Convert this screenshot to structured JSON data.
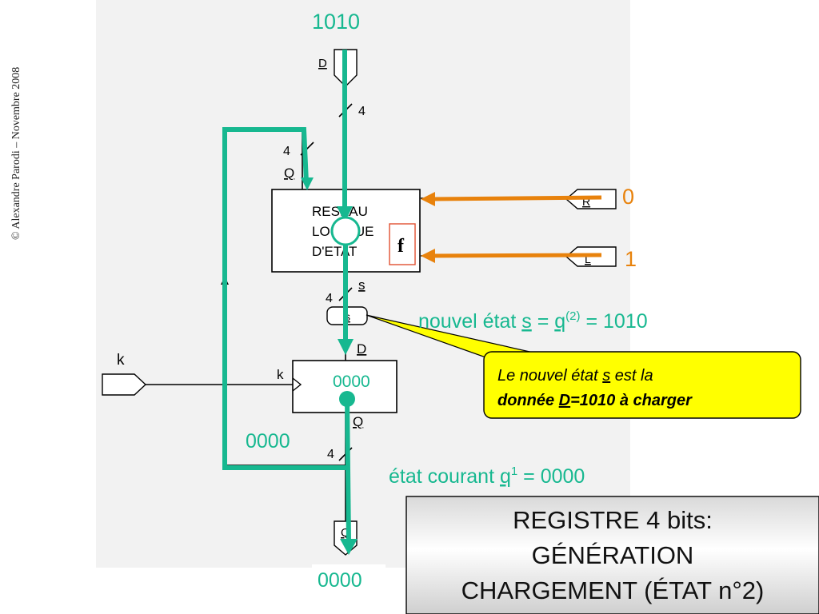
{
  "copyright": "© Alexandre Parodi – Novembre 2008",
  "top_value": "1010",
  "input_D": "D",
  "bus_width": "4",
  "feedback_width": "4",
  "feedback_label": "Q",
  "block_lines": [
    "RESEAU",
    "LOGIQUE",
    "D'ETAT"
  ],
  "f_label": "f",
  "input_R": "R",
  "input_L": "L",
  "value_R": "0",
  "value_L": "1",
  "s_width": "4",
  "s_label": "s",
  "probe_label": "s",
  "new_state_text": {
    "prefix": "nouvel état ",
    "s": "s",
    "eq": " = ",
    "q": "q",
    "sup": "(2)",
    "suffix": " = 1010"
  },
  "callout": {
    "line1_prefix": "Le nouvel état ",
    "line1_s": "s",
    "line1_suffix": " est la",
    "line2_prefix": "donnée ",
    "line2_D": "D",
    "line2_suffix": "=1010 à charger"
  },
  "register_D": "D",
  "register_clock": "k",
  "register_value": "0000",
  "register_Q": "Q",
  "clock_input": "k",
  "left_value": "0000",
  "out_width": "4",
  "current_state_text": {
    "prefix": "état courant ",
    "q": "q",
    "sup": "1",
    "suffix": " = 0000"
  },
  "output_Q": "Q",
  "bottom_value": "0000",
  "title_lines": [
    "REGISTRE 4 bits:",
    "GÉNÉRATION",
    "CHARGEMENT (ÉTAT n°2)"
  ],
  "colors": {
    "teal": "#17b890",
    "orange": "#e8820c",
    "callout_bg": "#ffff00",
    "slide_bg": "#f2f2f2"
  }
}
